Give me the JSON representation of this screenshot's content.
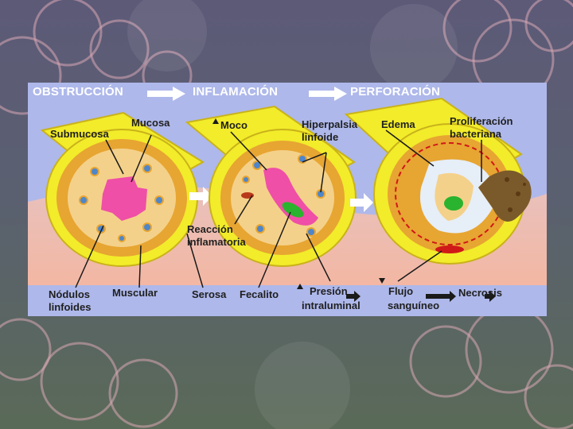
{
  "colors": {
    "panel": "#aeb8ea",
    "tube": "#f2ec2a",
    "submucosa": "#e7a532",
    "mucosa": "#f4d18a",
    "lumen": "#ef4fa6",
    "node": "#4f86c9",
    "edema": "#e6eef7",
    "fecalith": "#2ab32e"
  },
  "headers": {
    "obstruccion": "OBSTRUCCIÓN",
    "inflamacion": "INFLAMACIÓN",
    "perforacion": "PERFORACIÓN"
  },
  "labels": {
    "submucosa": "Submucosa",
    "mucosa": "Mucosa",
    "moco": "Moco",
    "hiperpalsia_1": "Hiperpalsia",
    "hiperpalsia_2": "linfoide",
    "edema": "Edema",
    "proliferacion_1": "Proliferación",
    "proliferacion_2": "bacteriana",
    "reaccion_1": "Reacción",
    "reaccion_2": "inflamatoria",
    "nodulos_1": "Nódulos",
    "nodulos_2": "linfoides",
    "muscular": "Muscular",
    "serosa": "Serosa",
    "fecalito": "Fecalito",
    "presion_1": "Presión",
    "presion_2": "intraluminal",
    "flujo_1": "Flujo",
    "flujo_2": "sanguíneo",
    "necrosis": "Necrosis"
  }
}
